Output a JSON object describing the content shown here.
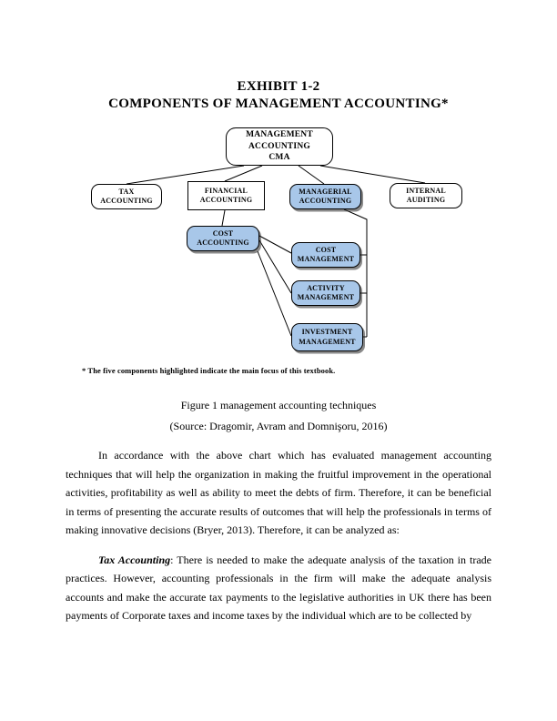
{
  "header": {
    "line1": "EXHIBIT 1-2",
    "line2": "COMPONENTS OF MANAGEMENT ACCOUNTING*"
  },
  "diagram": {
    "highlight_color": "#a8c7e9",
    "nodes": {
      "management": "MANAGEMENT\nACCOUNTING\nCMA",
      "tax": "TAX\nACCOUNTING",
      "financial": "FINANCIAL\nACCOUNTING",
      "managerial": "MANAGERIAL\nACCOUNTING",
      "internal": "INTERNAL\nAUDITING",
      "cost_accounting": "COST\nACCOUNTING",
      "cost_management": "COST\nMANAGEMENT",
      "activity_management": "ACTIVITY\nMANAGEMENT",
      "investment_management": "INVESTMENT\nMANAGEMENT"
    },
    "footnote": "* The five components highlighted indicate the main focus of this textbook."
  },
  "figure": {
    "caption": "Figure 1 management accounting techniques",
    "source": "(Source: Dragomir, Avram and Domnişoru, 2016)"
  },
  "body": {
    "paragraph1": "In accordance with the above chart which has evaluated management accounting techniques that will help the organization in making the fruitful improvement in the operational activities, profitability as well as ability to meet the debts of firm. Therefore, it can be beneficial in terms of presenting the accurate results of outcomes that will help the professionals in terms of making innovative decisions (Bryer, 2013). Therefore, it can be analyzed as:",
    "paragraph2_lead": "Tax Accounting",
    "paragraph2_rest": ": There is needed to make the adequate analysis of the taxation in trade practices. However, accounting professionals in the firm will make the adequate analysis accounts and make the accurate tax payments to the legislative authorities in UK there has been payments of Corporate taxes and income taxes by the individual which are to be collected by"
  }
}
